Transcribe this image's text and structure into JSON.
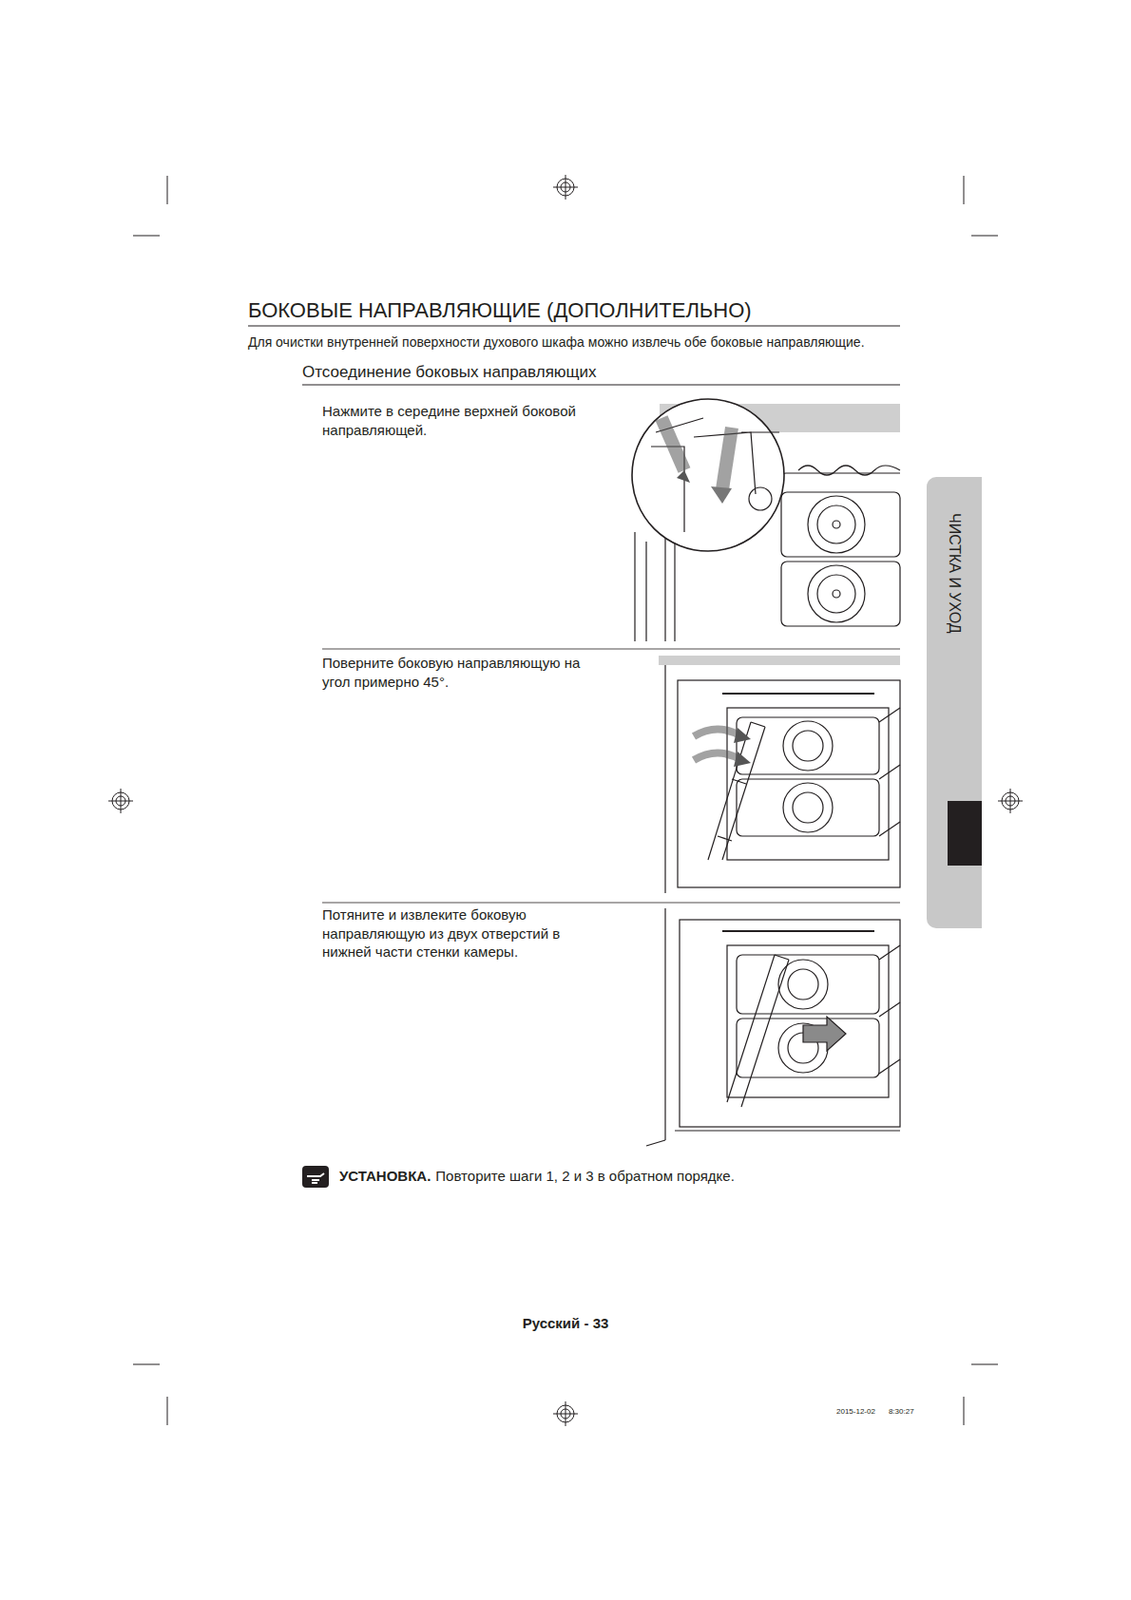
{
  "diagram": {
    "title": "БОКОВЫЕ НАПРАВЛЯЮЩИЕ (ДОПОЛНИТЕЛЬНО)",
    "nodes": [
      {
        "text": [
          "ЧИСТКА И УХОД"
        ]
      }
    ],
    "labels": [
      "Для очистки внутренней поверхности духового шкафа можно извлечь обе боковые направляющие.",
      "Отсоединение боковых направляющих",
      "Нажмите в середине верхней боковой направляющей.",
      "Поверните боковую направляющую на угол примерно 45°.",
      "Потяните и извлеките боковую направляющую из двух отверстий в нижней части стенки камеры.",
      "УСТАНОВКА.",
      "Повторите шаги 1, 2 и 3 в обратном порядке.",
      "Русский - 33",
      "2015-12-02",
      "8:30:27"
    ]
  }
}
